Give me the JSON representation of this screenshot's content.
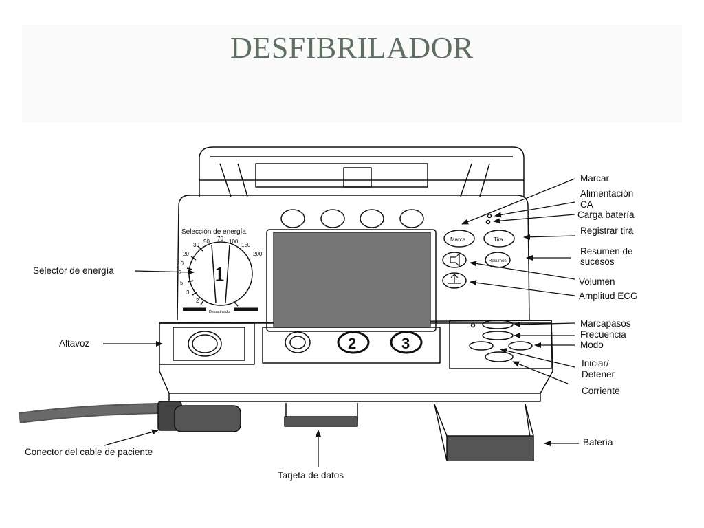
{
  "title": "DESFIBRILADOR",
  "colors": {
    "title": "#5f6f62",
    "ink": "#111111",
    "background": "#ffffff"
  },
  "device": {
    "dial_title": "Selección de energía",
    "dial_value": "1",
    "dial_off": "Desactivado",
    "scale": [
      "2",
      "3",
      "5",
      "7",
      "10",
      "20",
      "30",
      "50",
      "70",
      "100",
      "150",
      "200"
    ],
    "buttons": {
      "marca": "Marca",
      "tira": "Tira",
      "resumen": "Resumen",
      "two": "2",
      "three": "3"
    }
  },
  "labels": {
    "marcar": "Marcar",
    "alimentacion_1": "Alimentación",
    "alimentacion_2": "CA",
    "carga": "Carga batería",
    "registrar": "Registrar tira",
    "resumen_1": "Resumen de",
    "resumen_2": "sucesos",
    "volumen": "Volumen",
    "amplitud": "Amplitud ECG",
    "marcapasos": "Marcapasos",
    "frecuencia": "Frecuencia",
    "modo": "Modo",
    "iniciar_1": "Iniciar/",
    "iniciar_2": "Detener",
    "corriente": "Corriente",
    "bateria": "Batería",
    "selector": "Selector de energía",
    "altavoz": "Altavoz",
    "conector": "Conector del cable de paciente",
    "tarjeta": "Tarjeta de datos"
  }
}
